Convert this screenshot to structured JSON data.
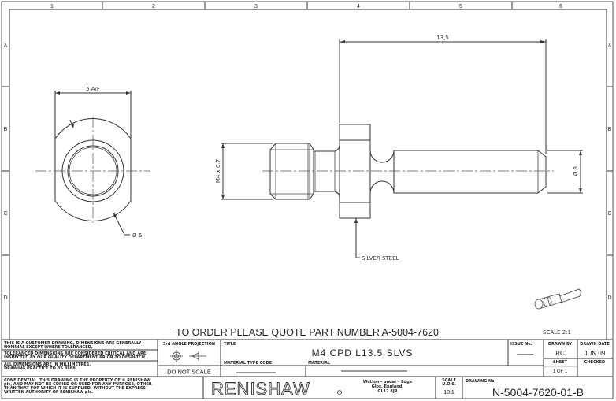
{
  "border": {
    "columns": [
      "1",
      "2",
      "3",
      "4",
      "5",
      "6"
    ],
    "rows": [
      "A",
      "B",
      "C",
      "D"
    ]
  },
  "end_view": {
    "across_flats": "5 A/F",
    "diameter": "Ø 6"
  },
  "side_view": {
    "length": "13,5",
    "thread": "M4 x 0.7",
    "shaft_diameter": "Ø 3",
    "material_note": "SILVER STEEL"
  },
  "order_note": "TO ORDER PLEASE QUOTE PART NUMBER A-5004-7620",
  "iso_scale": "SCALE 2:1",
  "title_block": {
    "note1": [
      "THIS IS A CUSTOMER DRAWING, DIMENSIONS ARE GENERALLY",
      "NOMINAL EXCEPT WHERE TOLERANCED."
    ],
    "note2": [
      "TOLERANCED DIMENSIONS ARE CONSIDERED CRITICAL AND ARE",
      "INSPECTED BY OUR QUALITY DEPARTMENT PRIOR TO DESPATCH."
    ],
    "note3": [
      "ALL DIMENSIONS ARE IN MILLIMETRES.",
      "DRAWING PRACTICE TO BS 8888."
    ],
    "projection_label": "3rd ANGLE PROJECTION",
    "do_not_scale": "DO NOT SCALE",
    "title_label": "TITLE",
    "title": "M4 CPD L13.5 SLVS",
    "issue_label": "ISSUE No.",
    "issue": "———",
    "drawn_by_label": "DRAWN BY",
    "drawn_by": "RC",
    "drawn_date_label": "DRAWN DATE",
    "drawn_date": "JUN 09",
    "material_type_label": "MATERIAL TYPE CODE",
    "material_label": "MATERIAL",
    "sheet_label": "SHEET",
    "sheet": "1 OF 1",
    "checked_label": "CHECKED",
    "confidential": [
      "CONFIDENTIAL. THIS DRAWING IS THE PROPERTY OF © RENISHAW",
      "plc, AND MAY NOT BE COPIED OR USED FOR ANY PURPOSE, OTHER",
      "THAN THAT FOR WHICH IT IS SUPPLIED, WITHOUT THE EXPRESS",
      "WRITTEN AUTHORITY OF RENISHAW plc."
    ],
    "logo": "RENISHAW",
    "address": [
      "Wotton - under - Edge",
      "Glos. England.",
      "GL12 8JR"
    ],
    "scale_label": [
      "SCALE",
      "U.O.S."
    ],
    "scale": "10:1",
    "drawing_no_label": "DRAWING No.",
    "drawing_no": "N-5004-7620-01-B"
  }
}
